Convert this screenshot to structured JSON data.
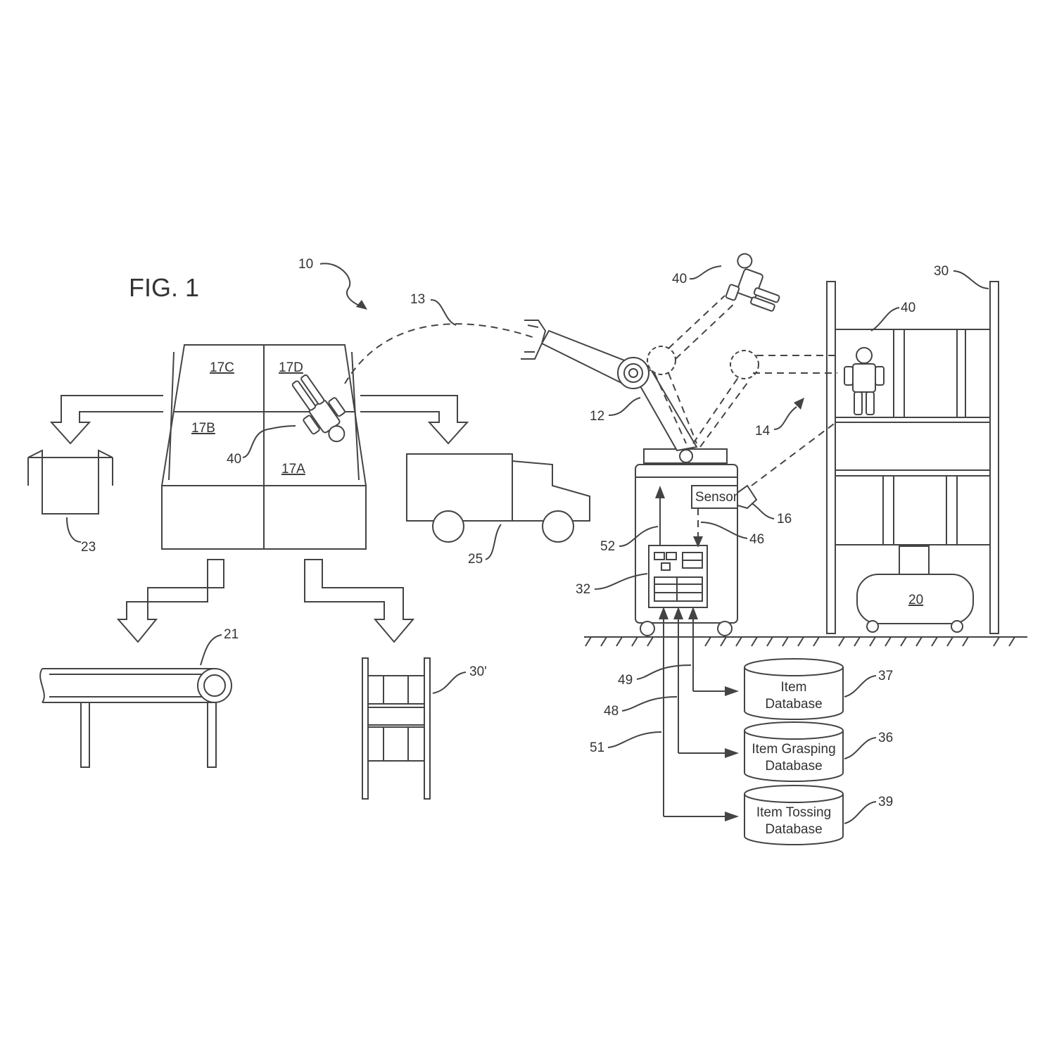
{
  "figure": {
    "title": "FIG. 1"
  },
  "references": {
    "system": "10",
    "robot": "12",
    "toss_trajectory": "13",
    "arm_motion": "14",
    "sensor": "16",
    "container_a": "17A",
    "container_b": "17B",
    "container_c": "17C",
    "container_d": "17D",
    "mobile_robot": "20",
    "conveyor": "21",
    "bag": "23",
    "truck": "25",
    "shelf": "30",
    "shelf_alt": "30'",
    "controller": "32",
    "db_grasping": "36",
    "db_item": "37",
    "db_tossing": "39",
    "item_in_bin": "40",
    "item_in_air": "40",
    "item_on_shelf": "40",
    "path_46": "46",
    "path_48": "48",
    "path_49": "49",
    "path_51": "51",
    "path_52": "52"
  },
  "labels": {
    "sensor": "Sensor",
    "db_item_line1": "Item",
    "db_item_line2": "Database",
    "db_grasping_line1": "Item Grasping",
    "db_grasping_line2": "Database",
    "db_tossing_line1": "Item Tossing",
    "db_tossing_line2": "Database"
  },
  "icons": [
    "toy-figure-icon",
    "robot-arm-icon",
    "truck-icon",
    "conveyor-icon",
    "database-icon",
    "shelf-icon",
    "bag-icon",
    "mobile-robot-icon"
  ]
}
